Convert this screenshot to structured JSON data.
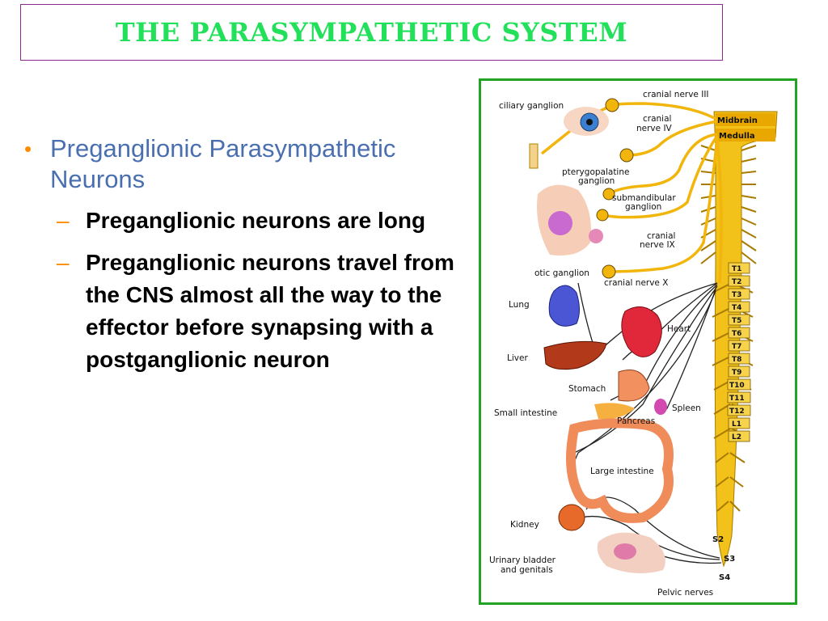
{
  "slide": {
    "title": "THE PARASYMPATHETIC SYSTEM",
    "bullet": "Preganglionic Parasympathetic Neurons",
    "subbullets": [
      "Preganglionic neurons are long",
      "Preganglionic neurons travel from the CNS almost all the way to the effector before synapsing with a postganglionic neuron"
    ],
    "colors": {
      "title": "#22e05a",
      "bullet_text": "#4a6fb0",
      "bullet_marker": "#ff8c00",
      "frame": "#23a323",
      "nerve": "#f2b50c"
    }
  },
  "figure": {
    "labels": {
      "cranial_nerve_iii": "cranial nerve III",
      "ciliary_ganglion": "ciliary ganglion",
      "cranial_nerve_iv_line1": "cranial",
      "cranial_nerve_iv_line2": "nerve IV",
      "midbrain": "Midbrain",
      "medulla": "Medulla",
      "pterygopalatine_line1": "pterygopalatine",
      "pterygopalatine_line2": "ganglion",
      "submandibular_line1": "submandibular",
      "submandibular_line2": "ganglion",
      "cranial_nerve_ix_line1": "cranial",
      "cranial_nerve_ix_line2": "nerve IX",
      "otic_ganglion": "otic ganglion",
      "cranial_nerve_x": "cranial nerve X",
      "lung": "Lung",
      "heart": "Heart",
      "liver": "Liver",
      "stomach": "Stomach",
      "small_intestine": "Small intestine",
      "spleen": "Spleen",
      "pancreas": "Pancreas",
      "large_intestine": "Large intestine",
      "kidney": "Kidney",
      "urinary_line1": "Urinary bladder",
      "urinary_line2": "and genitals",
      "pelvic_nerves": "Pelvic nerves",
      "s2": "S2",
      "s3": "S3",
      "s4": "S4"
    },
    "segments": [
      "T1",
      "T2",
      "T3",
      "T4",
      "T5",
      "T6",
      "T7",
      "T8",
      "T9",
      "T10",
      "T11",
      "T12",
      "L1",
      "L2"
    ]
  }
}
